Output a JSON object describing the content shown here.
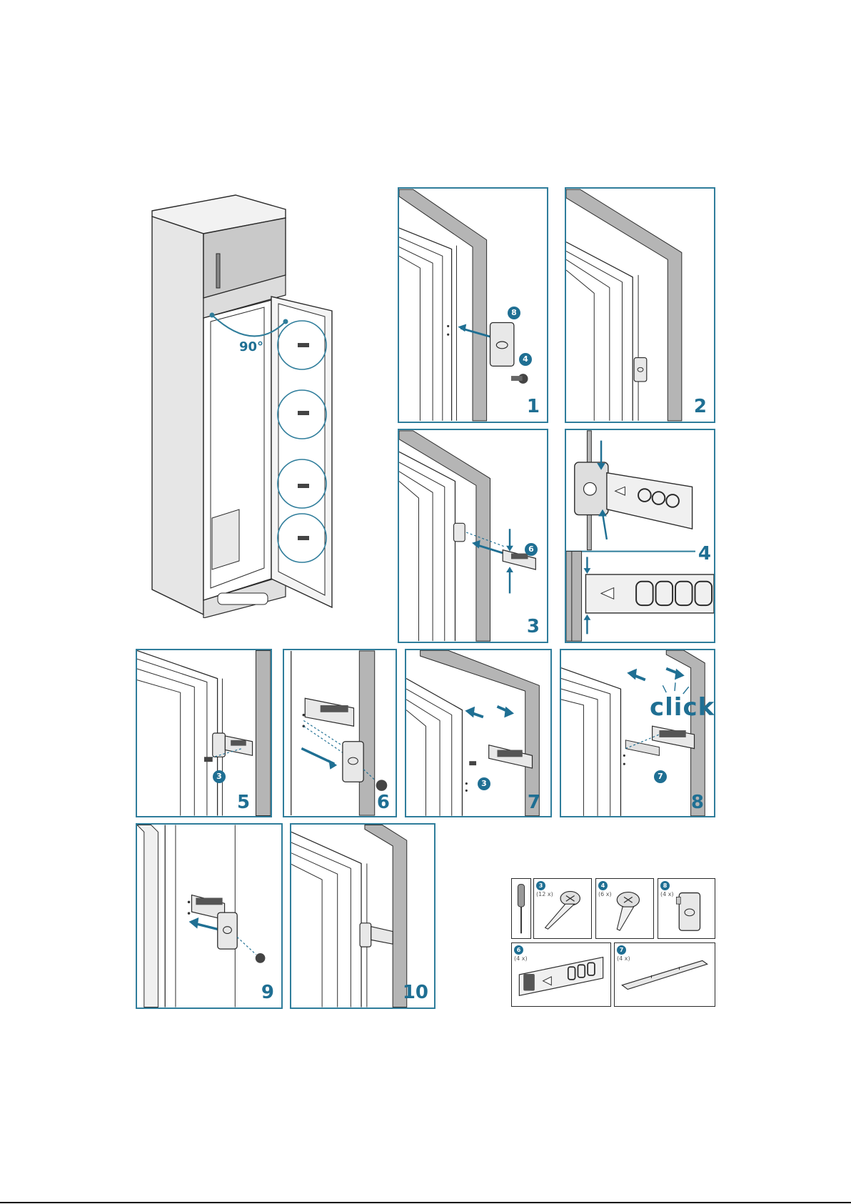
{
  "overview": {
    "angle_label": "90°"
  },
  "steps": [
    {
      "number": "1"
    },
    {
      "number": "2"
    },
    {
      "number": "3"
    },
    {
      "number": "4"
    },
    {
      "number": "5"
    },
    {
      "number": "6"
    },
    {
      "number": "7"
    },
    {
      "number": "8"
    },
    {
      "number": "9"
    },
    {
      "number": "10"
    }
  ],
  "callouts": {
    "part_8": "8",
    "part_4": "4",
    "part_6": "6",
    "part_3": "3",
    "part_7": "7"
  },
  "click_label": "click",
  "parts": [
    {
      "id": "3",
      "qty": "(12 x)"
    },
    {
      "id": "4",
      "qty": "(6 x)"
    },
    {
      "id": "8",
      "qty": "(4 x)"
    },
    {
      "id": "6",
      "qty": "(4 x)"
    },
    {
      "id": "7",
      "qty": "(4 x)"
    }
  ],
  "colors": {
    "accent": "#1f6f93",
    "frame": "#2f7d9b",
    "line": "#2a2a2a",
    "wall": "#b5b5b5"
  }
}
